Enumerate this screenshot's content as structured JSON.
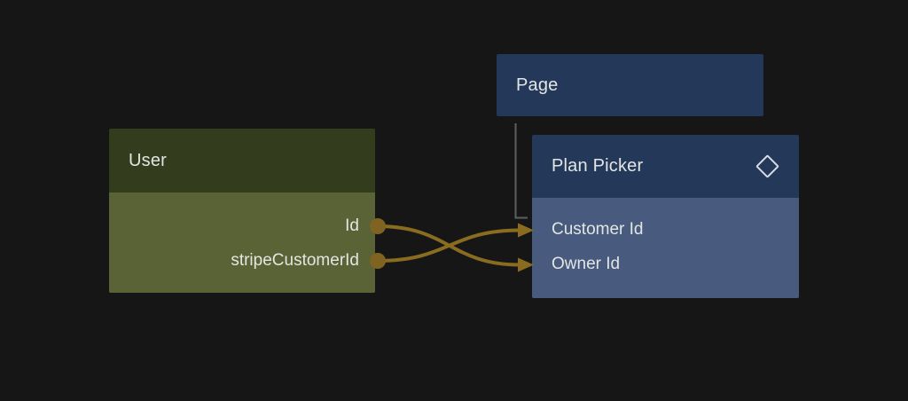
{
  "canvas": {
    "background_color": "#161616",
    "text_color": "#E2E6E3"
  },
  "nodes": {
    "page": {
      "title": "Page",
      "header_color": "#24395A"
    },
    "plan_picker": {
      "title": "Plan Picker",
      "icon": "diamond-icon",
      "header_color": "#24395A",
      "body_color": "#485A7E",
      "fields": [
        {
          "label": "Customer Id"
        },
        {
          "label": "Owner Id"
        }
      ]
    },
    "user": {
      "title": "User",
      "header_color": "#333D1D",
      "body_color": "#5A6335",
      "fields": [
        {
          "label": "Id"
        },
        {
          "label": "stripeCustomerId"
        }
      ]
    }
  },
  "edges": {
    "connection_color": "#8A6C20",
    "port_dot_color": "#7E6420",
    "hierarchy_line_color": "#5C6064",
    "connections": [
      {
        "from": "User.Id",
        "to": "Plan Picker.Owner Id"
      },
      {
        "from": "User.stripeCustomerId",
        "to": "Plan Picker.Customer Id"
      }
    ],
    "hierarchy": [
      {
        "from": "Page",
        "to": "Plan Picker"
      }
    ]
  }
}
